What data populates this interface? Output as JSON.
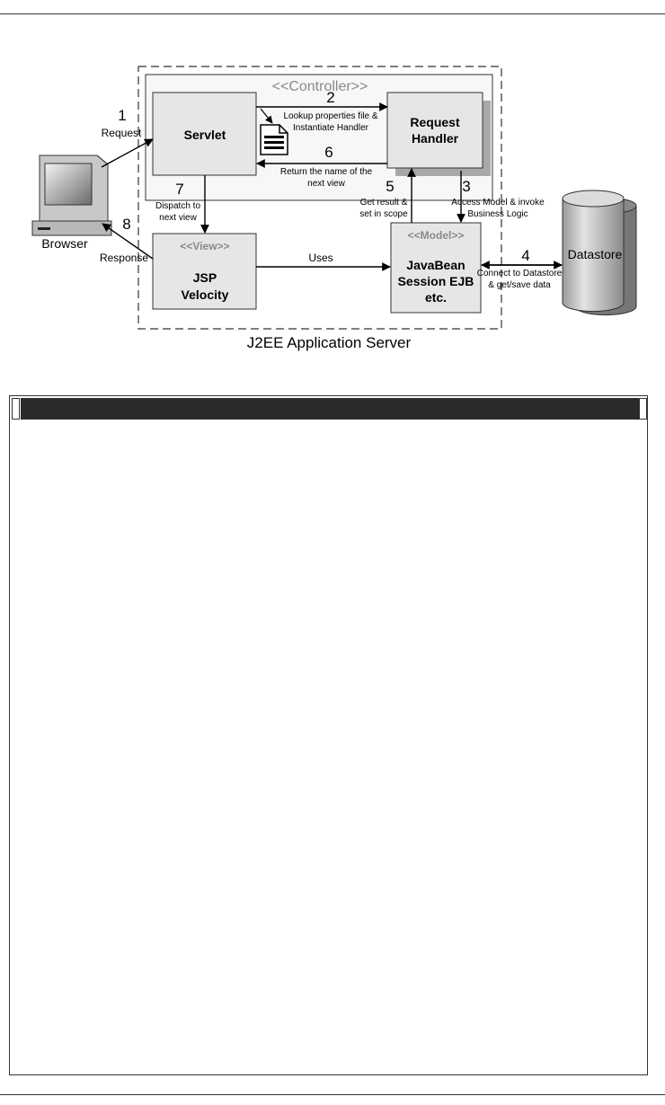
{
  "diagram": {
    "controller_label": "<<Controller>>",
    "server_label": "J2EE Application Server",
    "browser_label": "Browser",
    "datastore_label": "Datastore",
    "servlet_label": "Servlet",
    "handler_line1": "Request",
    "handler_line2": "Handler",
    "view_stereotype": "<<View>>",
    "view_line1": "JSP",
    "view_line2": "Velocity",
    "model_stereotype": "<<Model>>",
    "model_line1": "JavaBean",
    "model_line2": "Session EJB",
    "model_line3": "etc.",
    "steps": [
      {
        "num": "1",
        "line1": "Request",
        "line2": ""
      },
      {
        "num": "2",
        "line1": "Lookup properties file &",
        "line2": "Instantiate Handler"
      },
      {
        "num": "3",
        "line1": "Access Model & invoke",
        "line2": "Business Logic"
      },
      {
        "num": "4",
        "line1": "Connect to Datastore",
        "line2": "& get/save data"
      },
      {
        "num": "5",
        "line1": "Get result &",
        "line2": "set in scope"
      },
      {
        "num": "6",
        "line1": "Return the name of the",
        "line2": "next view"
      },
      {
        "num": "7",
        "line1": "Dispatch to",
        "line2": "next view"
      },
      {
        "num": "8",
        "line1": "Response",
        "line2": ""
      }
    ],
    "uses_label": "Uses"
  },
  "colors": {
    "box_fill": "#e6e6e6",
    "shadow": "#a8a8a8",
    "stereotype_text": "#8a8a8a",
    "panel_bar": "#2b2b2b"
  }
}
